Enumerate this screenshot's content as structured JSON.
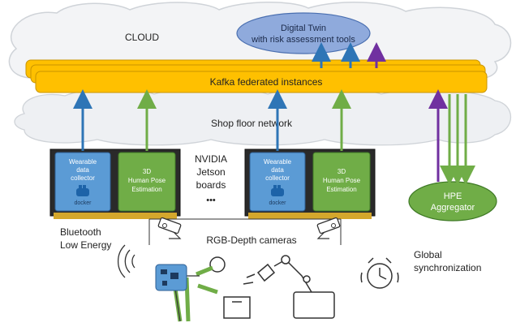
{
  "labels": {
    "cloud": "CLOUD",
    "digital_twin_line1": "Digital Twin",
    "digital_twin_line2": "with risk assessment tools",
    "kafka": "Kafka federated instances",
    "shop_floor": "Shop floor network",
    "nvidia_line1": "NVIDIA",
    "nvidia_line2": "Jetson",
    "nvidia_line3": "boards",
    "ellipsis": "•••",
    "hpe_line1": "HPE",
    "hpe_line2": "Aggregator",
    "ble_line1": "Bluetooth",
    "ble_line2": "Low Energy",
    "rgbd": "RGB-Depth cameras",
    "sync_line1": "Global",
    "sync_line2": "synchronization"
  },
  "boards": [
    {
      "collector_line1": "Wearable",
      "collector_line2": "data",
      "collector_line3": "collector",
      "docker": "docker",
      "pose_line1": "3D",
      "pose_line2": "Human Pose",
      "pose_line3": "Estimation"
    },
    {
      "collector_line1": "Wearable",
      "collector_line2": "data",
      "collector_line3": "collector",
      "docker": "docker",
      "pose_line1": "3D",
      "pose_line2": "Human Pose",
      "pose_line3": "Estimation"
    }
  ],
  "colors": {
    "blue_arrow": "#2e75b6",
    "green_arrow": "#70ad47",
    "purple_arrow": "#7030a0",
    "kafka_fill": "#ffc000",
    "twin_fill": "#8faadc",
    "hpe_fill": "#70ad47",
    "collector_fill": "#5b9bd5",
    "pose_fill": "#70ad47"
  }
}
